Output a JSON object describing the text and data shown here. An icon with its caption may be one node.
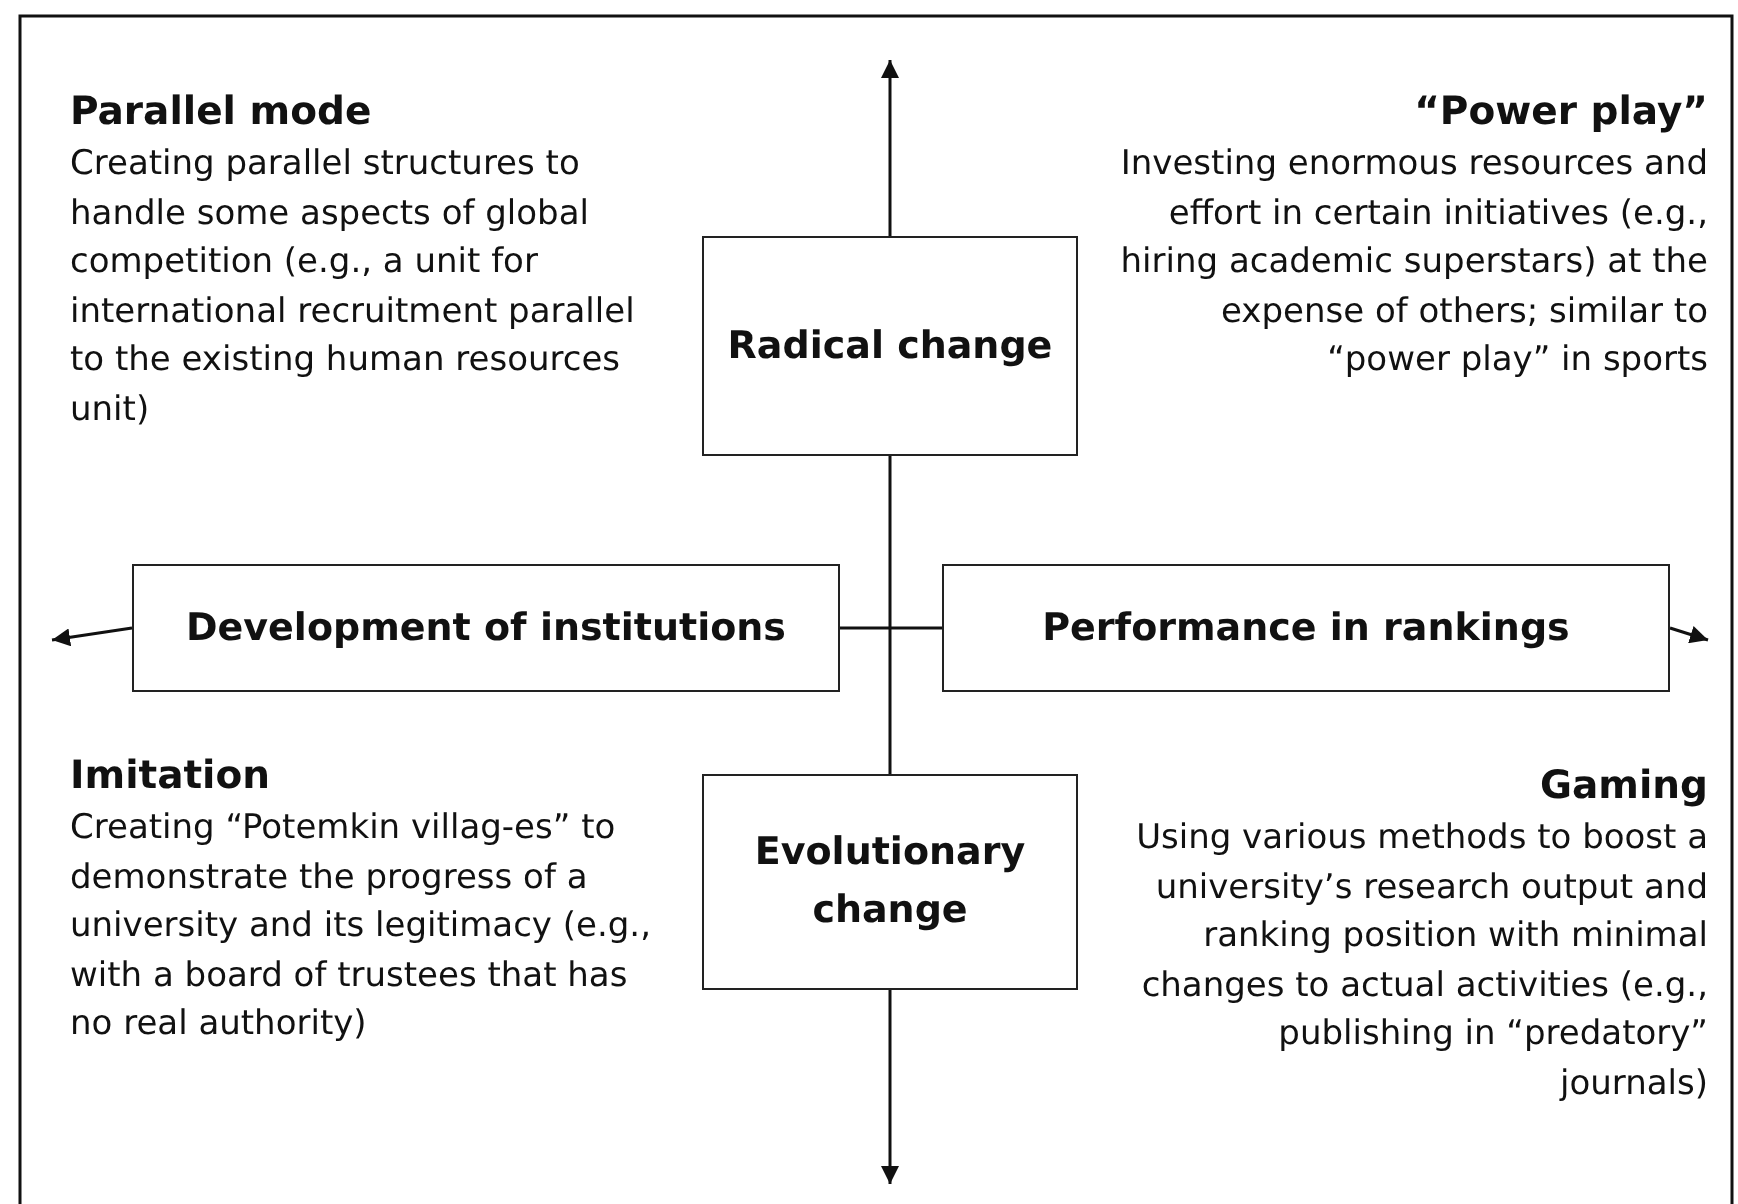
{
  "diagram": {
    "nodes": [
      {
        "text": [
          "Radical change"
        ]
      },
      {
        "text": [
          "Evolutionary change"
        ]
      },
      {
        "text": [
          "Development of institutions"
        ]
      },
      {
        "text": [
          "Performance in rankings"
        ]
      }
    ],
    "edges": [
      {
        "from": 0,
        "to": 1,
        "arrow": "none"
      },
      {
        "from": 2,
        "to": 3,
        "arrow": "none"
      },
      {
        "from": 0,
        "to": null,
        "arrow": "to"
      },
      {
        "from": 1,
        "to": null,
        "arrow": "to"
      },
      {
        "from": 2,
        "to": null,
        "arrow": "to"
      },
      {
        "from": 3,
        "to": null,
        "arrow": "to"
      }
    ],
    "labels": [
      "Parallel mode",
      "Creating parallel structures to handle some aspects of global competition (e.g., a unit for international recruitment parallel to the existing human resources unit)",
      "“Power play”",
      "Investing enormous resources and effort in certain initiatives (e.g., hiring academic superstars) at the expense of others; similar to “power play” in sports",
      "Imitation",
      "Creating “Potemkin villag-es” to demonstrate the progress of a university and its legitimacy (e.g., with a board of trustees that has no real authority)",
      "Gaming",
      "Using various methods to boost a university’s research output and ranking position with minimal changes to actual activities (e.g., publishing in “predatory” journals)"
    ]
  }
}
